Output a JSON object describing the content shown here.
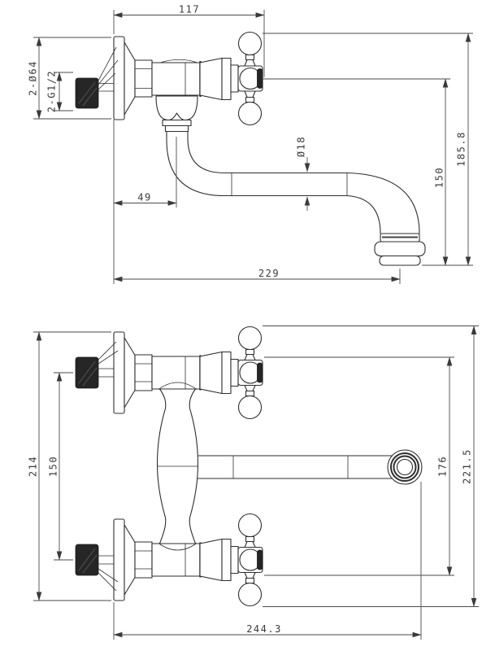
{
  "drawing": {
    "colors": {
      "background": "#ffffff",
      "line": "#2e2e2e",
      "dim": "#4a4a4a",
      "text": "#3a3a3a",
      "dark": "#262626"
    },
    "side_view": {
      "dims": {
        "wall_to_handle": "117",
        "flange_diameter": "2-Ø64",
        "inlet_thread": "2-G1/2",
        "spout_diameter": "Ø18",
        "spout_offset": "49",
        "spout_height": "150",
        "overall_height": "185.8",
        "spout_reach": "229"
      }
    },
    "front_view": {
      "dims": {
        "flange_span": "214",
        "inlet_spacing": "150",
        "body_span": "176",
        "overall_height": "221.5",
        "overall_reach": "244.3"
      }
    }
  }
}
